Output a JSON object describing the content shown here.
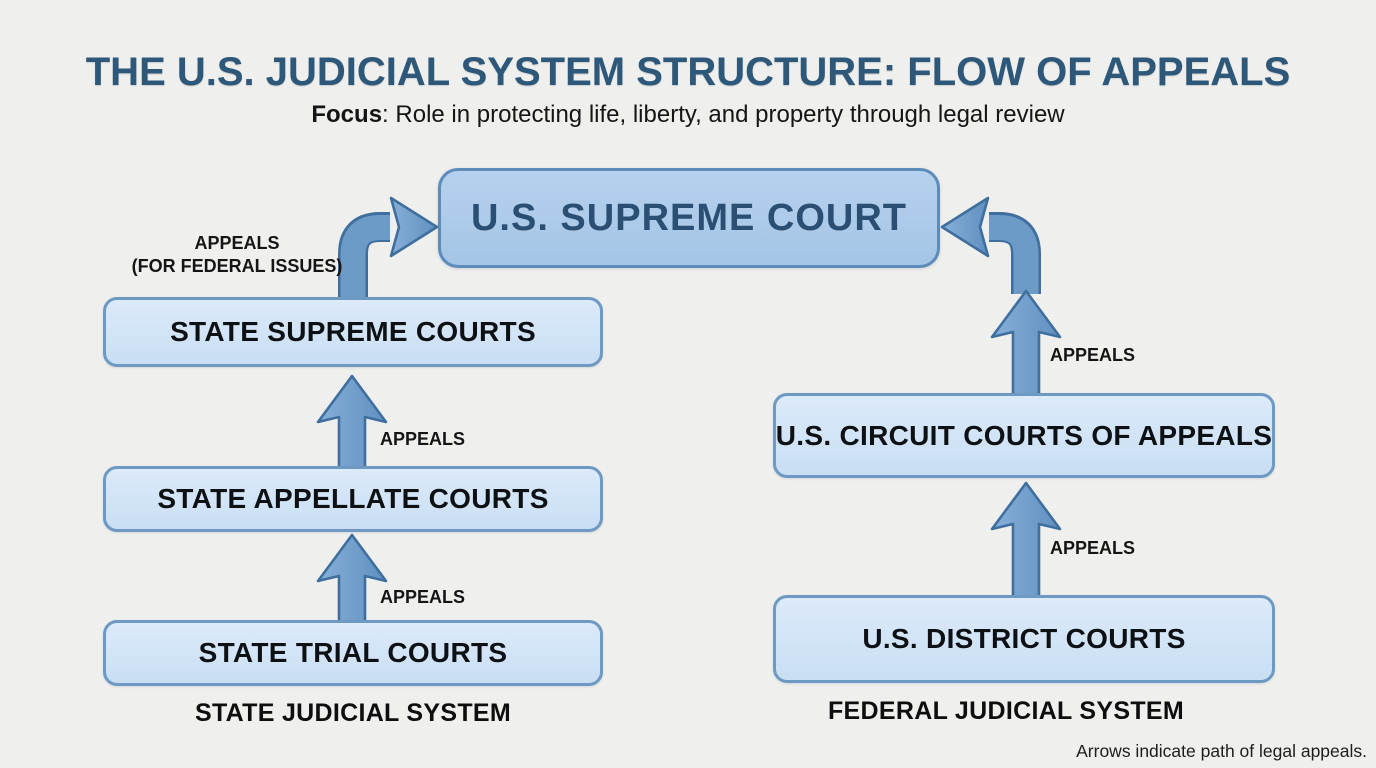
{
  "header": {
    "title": "THE U.S. JUDICIAL SYSTEM STRUCTURE: FLOW OF APPEALS",
    "subtitle_bold": "Focus",
    "subtitle_rest": ": Role in protecting life, liberty, and property through legal review"
  },
  "boxes": {
    "supreme": "U.S. SUPREME COURT",
    "state_supreme": "STATE SUPREME COURTS",
    "state_appellate": "STATE APPELLATE COURTS",
    "state_trial": "STATE TRIAL COURTS",
    "circuit": "U.S. CIRCUIT COURTS OF APPEALS",
    "district": "U.S. DISTRICT COURTS"
  },
  "labels": {
    "appeals": "APPEALS",
    "appeals_federal_line1": "APPEALS",
    "appeals_federal_line2": "(FOR FEDERAL ISSUES)",
    "state_system": "STATE JUDICIAL SYSTEM",
    "federal_system": "FEDERAL JUDICIAL SYSTEM",
    "footnote": "Arrows indicate path of legal appeals."
  },
  "arrows": {
    "state_trial_to_state_appellate": "up-arrow",
    "state_appellate_to_state_supreme": "up-arrow",
    "state_supreme_to_us_supreme": "curved-arrow-up-right",
    "district_to_circuit": "up-arrow",
    "circuit_upward": "up-arrow",
    "circuit_to_us_supreme": "curved-arrow-up-left"
  },
  "colors": {
    "bg": "#efefed",
    "title": "#2e587a",
    "text": "#151515",
    "light_fill_top": "#dceafa",
    "light_fill": "#c9def4",
    "light_border": "#6d99c2",
    "supreme_fill_top": "#b6d1ee",
    "supreme_fill": "#a4c5e6",
    "supreme_border": "#5d8cbb",
    "supreme_text": "#2b4f72",
    "arrow_fill": "#6d9bc8",
    "arrow_fill_light": "#87afd8",
    "arrow_border": "#3f6f9e"
  }
}
